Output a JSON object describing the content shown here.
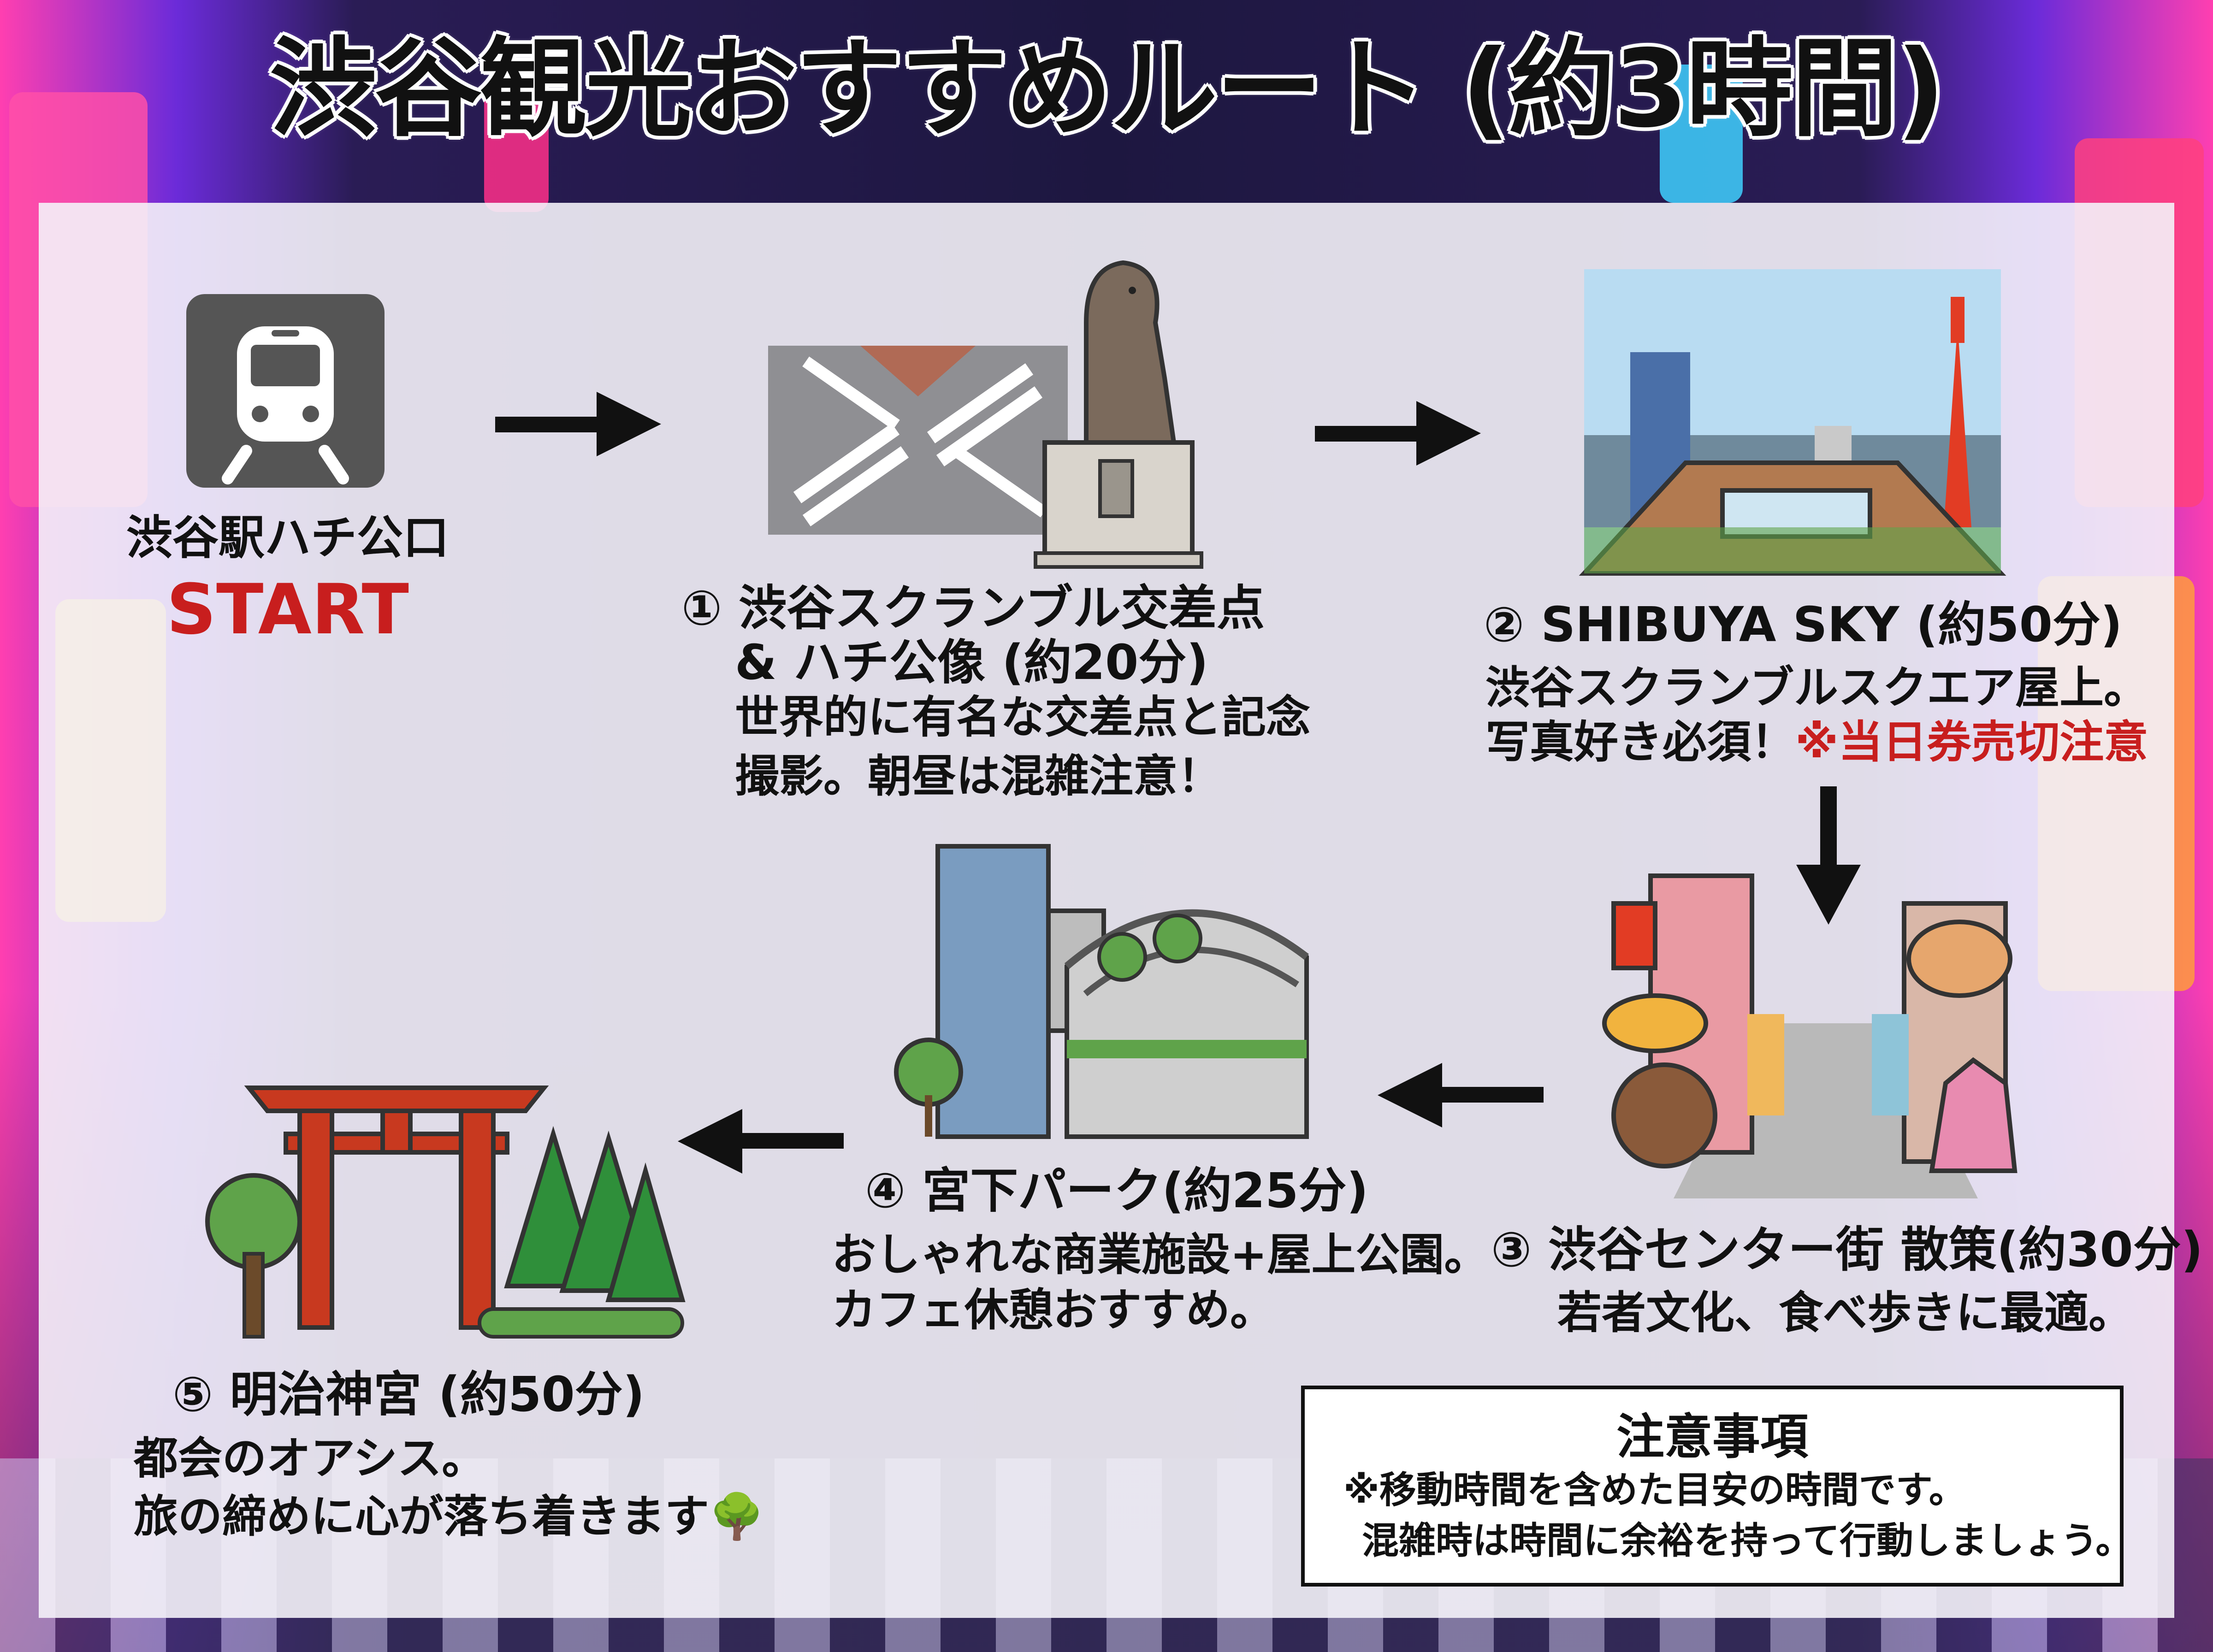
{
  "title": "渋谷観光おすすめルート (約3時間)",
  "start": {
    "station": "渋谷駅ハチ公口",
    "label": "START"
  },
  "stops": [
    {
      "heading_line1": "① 渋谷スクランブル交差点",
      "heading_line2": "& ハチ公像 (約20分)",
      "desc_line1": "世界的に有名な交差点と記念",
      "desc_line2": "撮影。朝昼は混雑注意！"
    },
    {
      "heading": "② SHIBUYA SKY (約50分)",
      "desc_line1": "渋谷スクランブルスクエア屋上。",
      "desc_line2": "写真好き必須！",
      "warning": "※当日券売切注意"
    },
    {
      "heading": "③ 渋谷センター街 散策(約30分)",
      "desc_line1": "若者文化、食べ歩きに最適。"
    },
    {
      "heading": "④ 宮下パーク(約25分)",
      "desc_line1": "おしゃれな商業施設+屋上公園。",
      "desc_line2": "カフェ休憩おすすめ。"
    },
    {
      "heading": "⑤ 明治神宮 (約50分)",
      "desc_line1": "都会のオアシス。",
      "desc_line2": "旅の締めに心が落ち着きます🌳"
    }
  ],
  "notice": {
    "title": "注意事項",
    "line1": "※移動時間を含めた目安の時間です。",
    "line2": "混雑時は時間に余裕を持って行動しましょう。"
  },
  "icons": [
    "train-icon",
    "crossing-hachiko-icon",
    "shibuya-sky-icon",
    "center-gai-icon",
    "miyashita-park-icon",
    "meiji-jingu-icon"
  ],
  "colors": {
    "warning_red": "#c81e1e",
    "torii": "#c8391f"
  }
}
